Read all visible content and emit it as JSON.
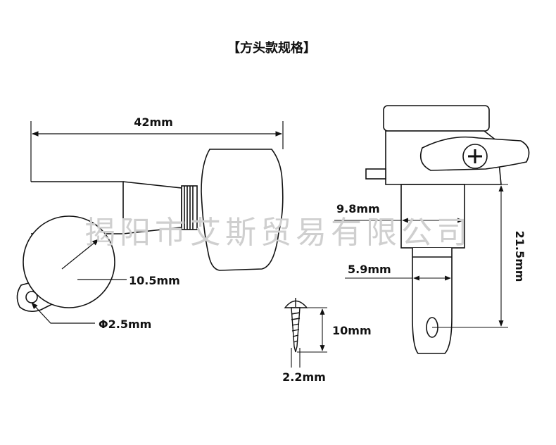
{
  "title": "【方头款规格】",
  "watermark": "揭阳市艾斯贸易有限公司",
  "dimensions": {
    "overall_length": "42mm",
    "gear_radius": "10.5mm",
    "mount_hole": "Φ2.5mm",
    "screw_length": "10mm",
    "screw_diameter": "2.2mm",
    "bushing_diameter": "9.8mm",
    "post_diameter": "5.9mm",
    "post_height": "21.5mm"
  },
  "colors": {
    "line": "#111111",
    "knob_fill": "#f4f4f4",
    "watermark": "#cfcfcf"
  }
}
